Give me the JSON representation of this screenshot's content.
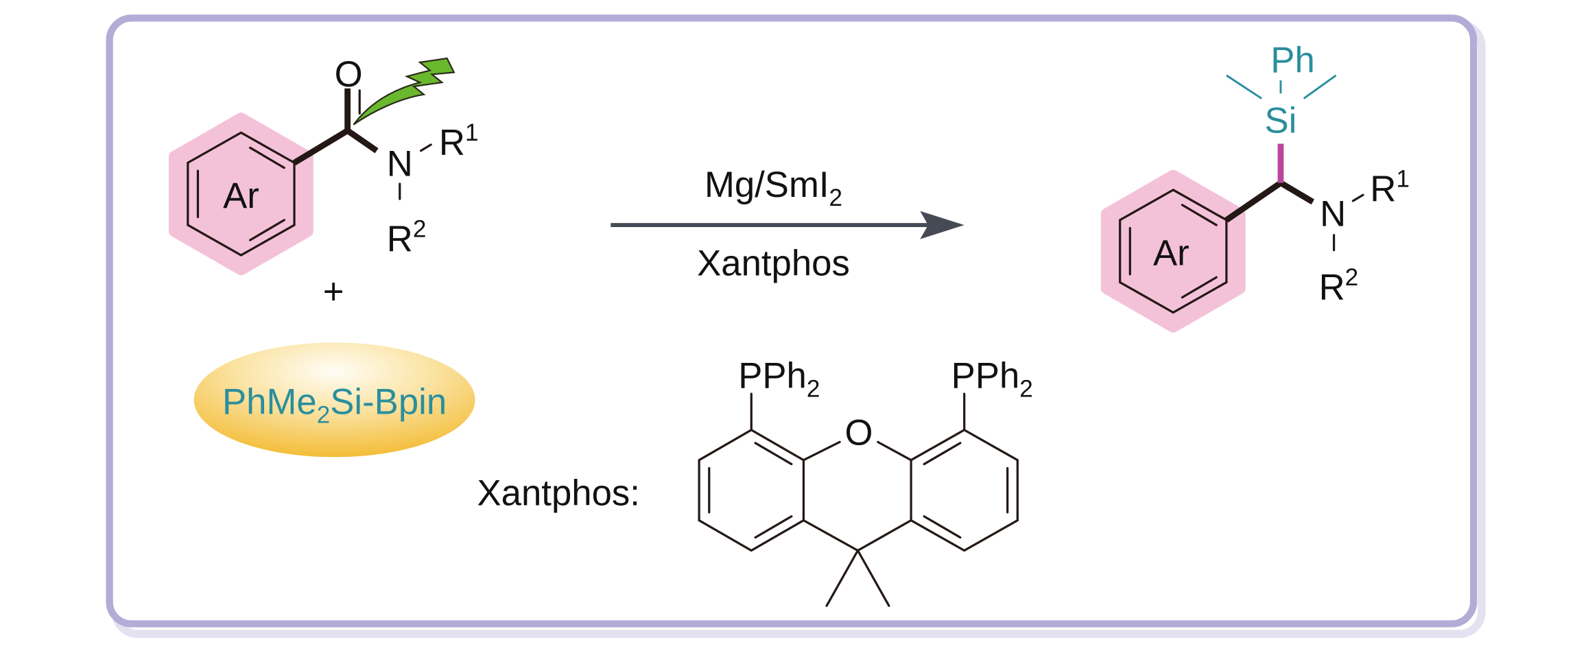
{
  "scheme": {
    "reactant": {
      "ring_label": "Ar",
      "oxygen": "O",
      "nitrogen": "N",
      "r1": "R",
      "r1_sup": "1",
      "r2": "R",
      "r2_sup": "2"
    },
    "plus": "+",
    "silane": {
      "prefix": "PhMe",
      "sub": "2",
      "suffix": "Si-Bpin"
    },
    "conditions": {
      "reagent_main": "Mg/SmI",
      "reagent_sub": "2",
      "ligand": "Xantphos"
    },
    "product": {
      "ring_label": "Ar",
      "silicon": "Si",
      "phenyl": "Ph",
      "nitrogen": "N",
      "r1": "R",
      "r1_sup": "1",
      "r2": "R",
      "r2_sup": "2"
    },
    "xantphos": {
      "label": "Xantphos:",
      "oxygen": "O",
      "pph2_left": "PPh",
      "pph2_left_sub": "2",
      "pph2_right": "PPh",
      "pph2_right_sub": "2"
    }
  },
  "colors": {
    "border": "#b3acd6",
    "highlight": "#f4c2d8",
    "teal": "#2a8e9e",
    "si_bond": "#b8479a",
    "arrow": "#464a55",
    "lightning": "#6ab82e",
    "gold": "#f3c03f"
  }
}
